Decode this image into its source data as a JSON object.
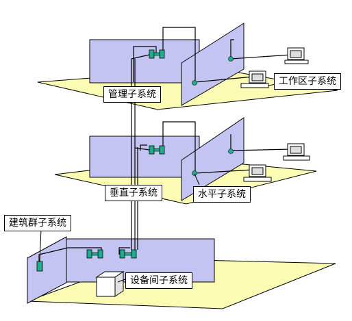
{
  "labels": {
    "management": "管理子系统",
    "work_area": "工作区子系统",
    "vertical": "垂直子系统",
    "horizontal": "水平子系统",
    "building_group": "建筑群子系统",
    "equipment_room": "设备间子系统"
  },
  "colors": {
    "floor_fill": "#fbfbb4",
    "panel_fill": "#c4c4f2",
    "connector_fill": "#1fae8e",
    "line": "#000000"
  }
}
